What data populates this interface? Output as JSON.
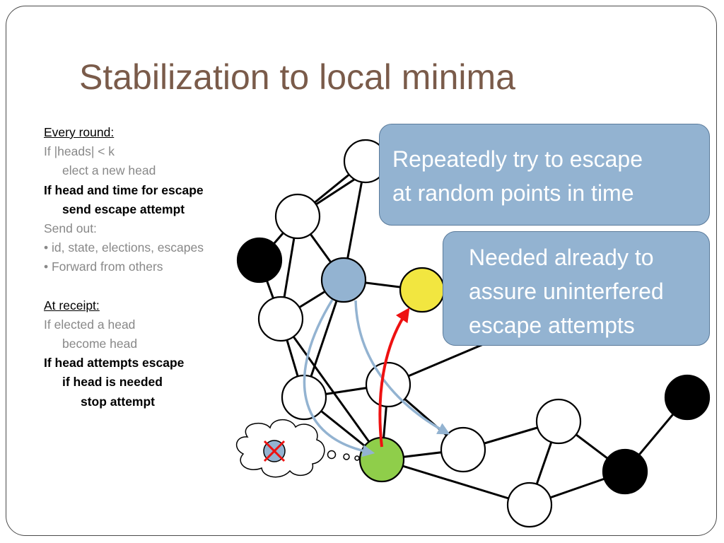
{
  "slide": {
    "title": "Stabilization to local minima"
  },
  "pseudocode": {
    "every_round_header": "Every round:",
    "line_if_heads": "If |heads| < k",
    "line_elect": "elect a new head",
    "line_if_escape": "If head and time for escape",
    "line_send_escape": "send escape attempt",
    "line_send_out": "Send out:",
    "line_id_state": "• id, state, elections, escapes",
    "line_forward": "• Forward from others",
    "at_receipt_header": "At receipt:",
    "line_if_elected": "If elected a head",
    "line_become_head": "become head",
    "line_if_attempts": "If head attempts escape",
    "line_if_needed": "if head is needed",
    "line_stop": "stop attempt"
  },
  "callouts": {
    "first_line1": "Repeatedly try to escape",
    "first_line2": "at random points in time",
    "second_line1": "Needed already to",
    "second_line2": "assure uninterfered",
    "second_line3": "escape attempts"
  },
  "colors": {
    "title": "#7a5b4a",
    "callout_fill": "#93b3d1",
    "node_blue": "#93b3d1",
    "node_green": "#8fce4a",
    "node_yellow": "#f2e640",
    "node_black": "#000000",
    "node_white": "#ffffff",
    "arrow_red": "#ee1111",
    "arrow_blue": "#93b3d1"
  }
}
